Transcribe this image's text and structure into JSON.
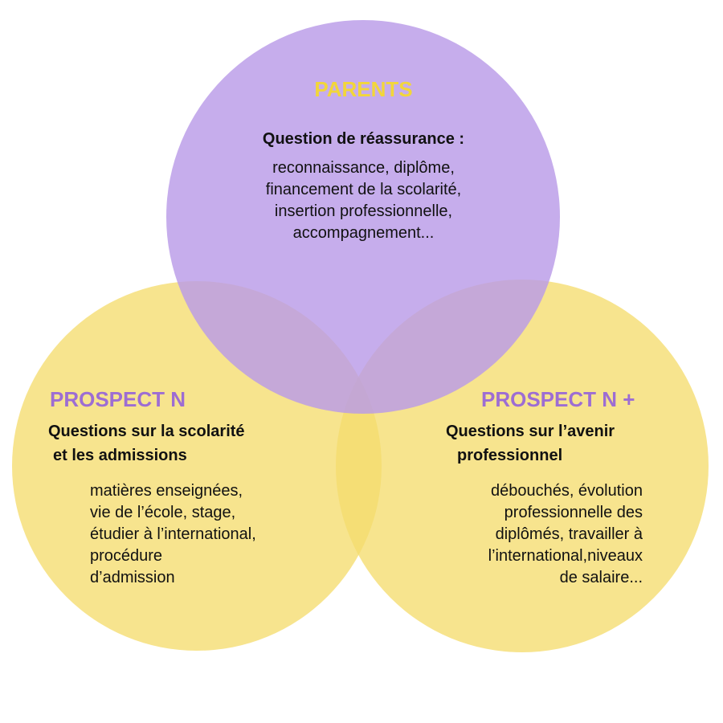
{
  "colors": {
    "circle_parents": "#b99be8",
    "circle_prospects": "#f5dc6e",
    "title_parents": "#f2d63a",
    "title_prospects": "#9d6dd3",
    "text": "#111111"
  },
  "parents": {
    "title": "PARENTS",
    "subtitle": "Question de réassurance :",
    "lines": [
      "reconnaissance, diplôme,",
      "financement de la scolarité,",
      "insertion professionnelle,",
      "accompagnement..."
    ]
  },
  "prospect_n": {
    "title": "PROSPECT N",
    "subtitle_lines": [
      "Questions sur la scolarité",
      "et les admissions"
    ],
    "lines": [
      "matières enseignées,",
      "vie de l’école, stage,",
      "étudier à l’international,",
      "procédure",
      "d’admission"
    ]
  },
  "prospect_n_plus": {
    "title": "PROSPECT N +",
    "subtitle_lines": [
      "Questions sur l’avenir",
      "professionnel"
    ],
    "lines": [
      "débouchés, évolution",
      "professionnelle des",
      "diplômés, travailler à",
      "l’international,niveaux",
      "de salaire..."
    ]
  }
}
